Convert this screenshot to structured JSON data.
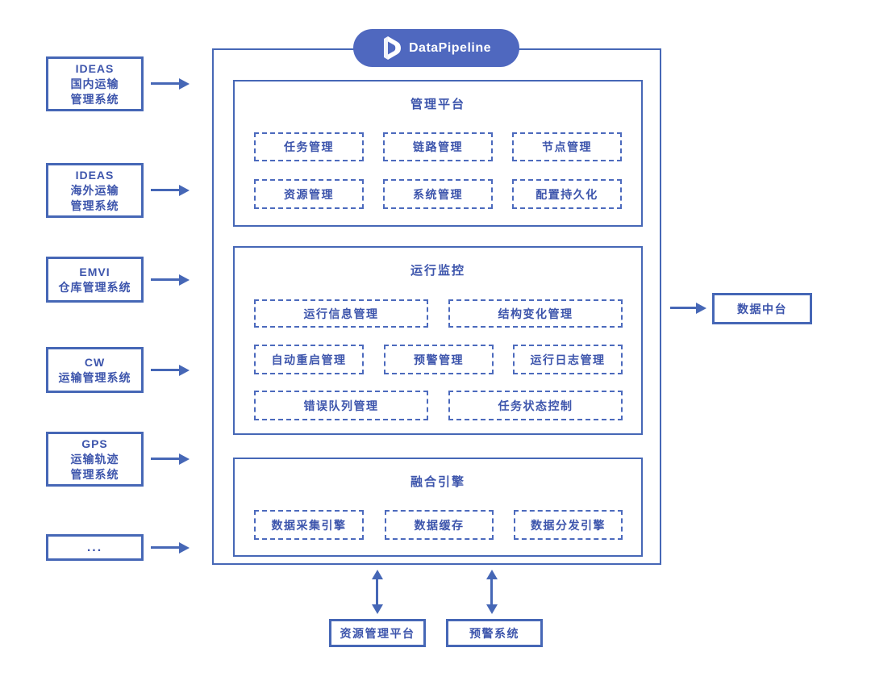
{
  "colors": {
    "line": "#4667B6",
    "text": "#3D55AC",
    "pill_background": "#4F68BF",
    "pill_text": "#FFFFFF",
    "background": "#FFFFFF"
  },
  "logo": {
    "name": "DataPipeline"
  },
  "sources": [
    {
      "lines": [
        "IDEAS",
        "国内运输",
        "管理系统"
      ]
    },
    {
      "lines": [
        "IDEAS",
        "海外运输",
        "管理系统"
      ]
    },
    {
      "lines": [
        "EMVI",
        "仓库管理系统"
      ]
    },
    {
      "lines": [
        "CW",
        "运输管理系统"
      ]
    },
    {
      "lines": [
        "GPS",
        "运输轨迹",
        "管理系统"
      ]
    },
    {
      "lines": [
        "..."
      ]
    }
  ],
  "platform": {
    "sections": [
      {
        "title": "管理平台",
        "items": [
          "任务管理",
          "链路管理",
          "节点管理",
          "资源管理",
          "系统管理",
          "配置持久化"
        ]
      },
      {
        "title": "运行监控",
        "items": [
          "运行信息管理",
          "结构变化管理",
          "自动重启管理",
          "预警管理",
          "运行日志管理",
          "错误队列管理",
          "任务状态控制"
        ]
      },
      {
        "title": "融合引擎",
        "items": [
          "数据采集引擎",
          "数据缓存",
          "数据分发引擎"
        ]
      }
    ]
  },
  "right_output": {
    "label": "数据中台"
  },
  "bottom_systems": [
    {
      "label": "资源管理平台"
    },
    {
      "label": "预警系统"
    }
  ]
}
